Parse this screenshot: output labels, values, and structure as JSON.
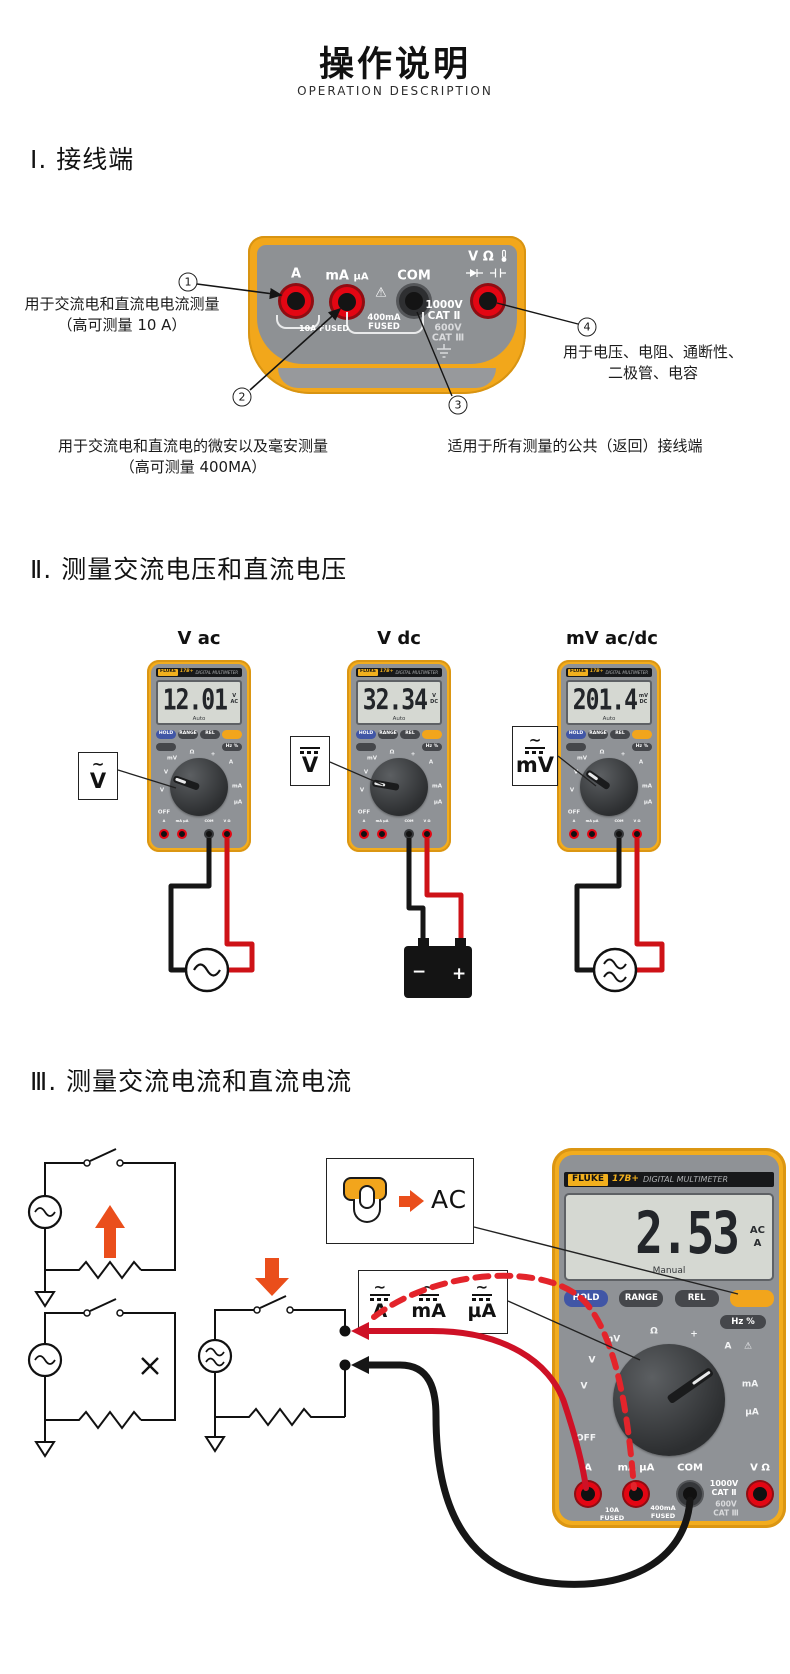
{
  "header": {
    "title": "操作说明",
    "subtitle": "OPERATION DESCRIPTION"
  },
  "section1": {
    "heading": "Ⅰ. 接线端",
    "panel": {
      "t_a": "A",
      "t_ma": "mA",
      "t_ua": "µA",
      "t_com": "COM",
      "t_v": "V",
      "t_ohm": "Ω",
      "warning": "⚠",
      "fuse10": "10A FUSED",
      "fuse400_1": "400mA",
      "fuse400_2": "FUSED",
      "r1a": "1000V",
      "r1b": "CAT Ⅱ",
      "r2a": "600V",
      "r2b": "CAT Ⅲ"
    },
    "callout1": {
      "num": "1",
      "l1": "用于交流电和直流电电流测量",
      "l2": "（高可测量 10 A）"
    },
    "callout2": {
      "num": "2",
      "l1": "用于交流电和直流电的微安以及毫安测量",
      "l2": "（高可测量 400MA）"
    },
    "callout3": {
      "num": "3",
      "l1": "适用于所有测量的公共（返回）接线端"
    },
    "callout4": {
      "num": "4",
      "l1": "用于电压、电阻、通断性、",
      "l2": "二极管、电容"
    }
  },
  "section2": {
    "heading": "Ⅱ. 测量交流电压和直流电压",
    "meters": [
      {
        "label": "V ac",
        "reading": "12.01",
        "unit": "V",
        "mode": "AC",
        "range": "Auto",
        "sym": "V",
        "mark": "∼"
      },
      {
        "label": "V dc",
        "reading": "32.34",
        "unit": "V",
        "mode": "DC",
        "range": "Auto",
        "sym": "V"
      },
      {
        "label": "mV ac/dc",
        "reading": "201.4",
        "unit": "mV",
        "mode": "DC",
        "range": "Auto",
        "sym": "mV",
        "mark": "∼"
      }
    ],
    "battery": {
      "minus": "−",
      "plus": "+"
    }
  },
  "section3": {
    "heading": "Ⅲ. 测量交流电流和直流电流",
    "ac_label": "AC",
    "sym_mark": "∼",
    "sym_a": "A",
    "sym_ma": "mA",
    "sym_ua": "µA",
    "meter": {
      "reading": "2.53",
      "mode": "AC",
      "unit": "A",
      "range": "Manual"
    }
  },
  "meter_common": {
    "brand": "FLUKE",
    "model": "17B+",
    "type_label": "DIGITAL MULTIMETER",
    "hold": "HOLD",
    "range": "RANGE",
    "rel": "REL",
    "hz": "Hz %",
    "dial": {
      "mv": "mV",
      "ohm": "Ω",
      "plus": "+",
      "a": "A",
      "warn": "⚠",
      "v1": "V",
      "v2": "V",
      "off": "OFF",
      "ma": "mA",
      "ua": "µA"
    },
    "term": {
      "a": "A",
      "ma": "mA µA",
      "com": "COM",
      "v": "V Ω"
    },
    "fuse10a": "10A",
    "fuse10b": "FUSED",
    "fuse400a": "400mA",
    "fuse400b": "FUSED",
    "r1a": "1000V",
    "r1b": "CAT Ⅱ",
    "r2a": "600V",
    "r2b": "CAT Ⅲ"
  }
}
